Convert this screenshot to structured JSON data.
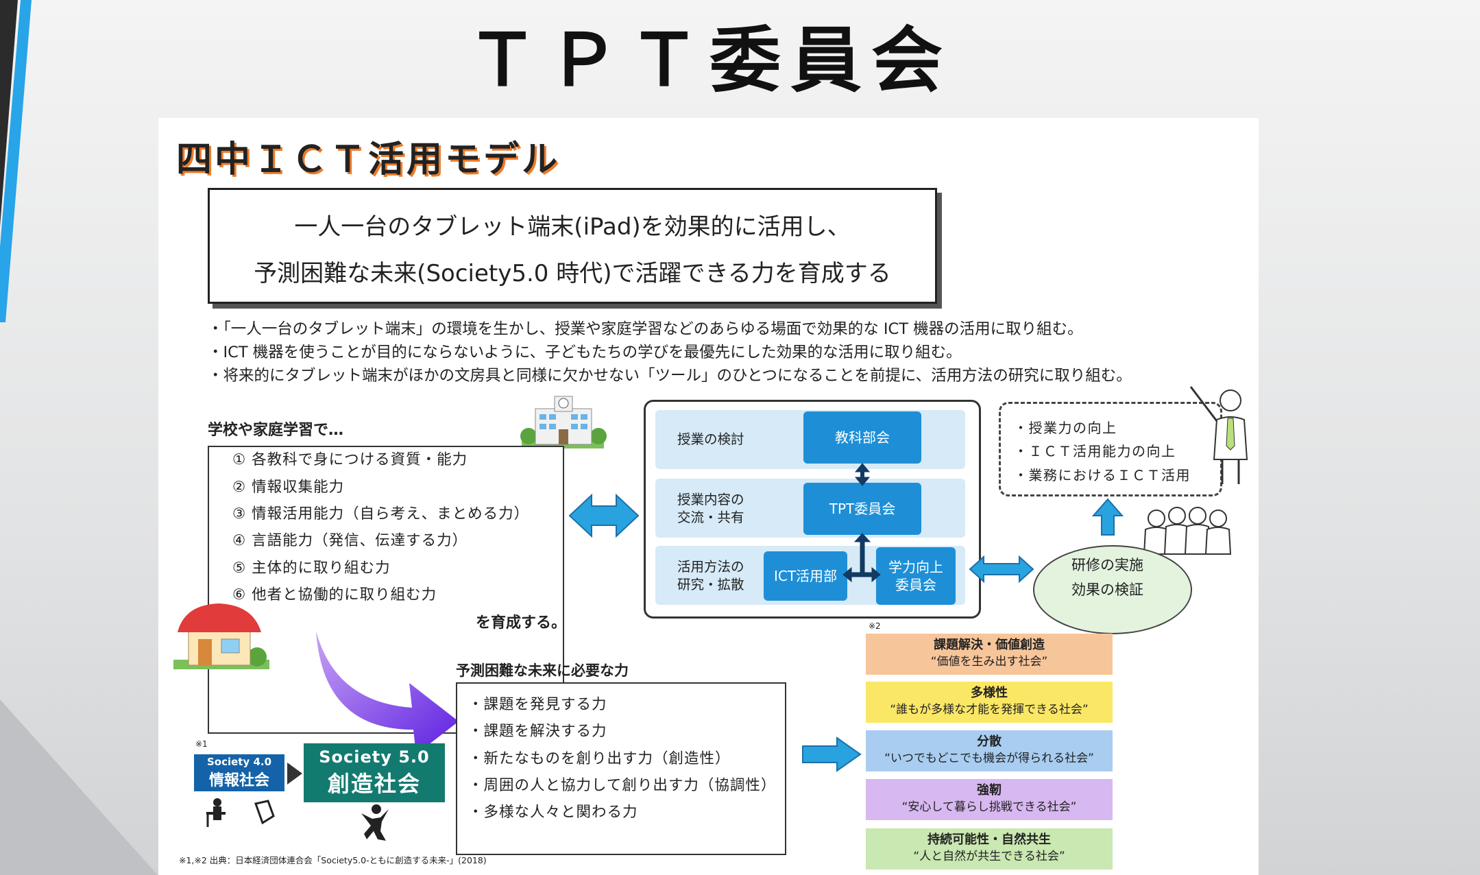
{
  "slide": {
    "title": "ＴＰＴ委員会"
  },
  "model": {
    "title": "四中ＩＣＴ活用モデル",
    "mission_line1": "一人一台のタブレット端末(iPad)を効果的に活用し、",
    "mission_line2": "予測困難な未来(Society5.0 時代)で活躍できる力を育成する",
    "bullets": [
      "・「一人一台のタブレット端末」の環境を生かし、授業や家庭学習などのあらゆる場面で効果的な ICT 機器の活用に取り組む。",
      "・ICT 機器を使うことが目的にならないように、子どもたちの学びを最優先にした効果的な活用に取り組む。",
      "・将来的にタブレット端末がほかの文房具と同様に欠かせない「ツール」のひとつになることを前提に、活用方法の研究に取り組む。"
    ]
  },
  "abilities": {
    "heading": "学校や家庭学習で…",
    "items": [
      "① 各教科で身につける資質・能力",
      "② 情報収集能力",
      "③ 情報活用能力（自ら考え、まとめる力）",
      "④ 言語能力（発信、伝達する力）",
      "⑤ 主体的に取り組む力",
      "⑥ 他者と協働的に取り組む力"
    ],
    "footer": "を育成する。"
  },
  "organization": {
    "rows": [
      {
        "label": "授業の検討"
      },
      {
        "label": "授業内容の\n交流・共有"
      },
      {
        "label": "活用方法の\n研究・拡散"
      }
    ],
    "nodes": {
      "subject": "教科部会",
      "tpt": "TPT委員会",
      "ict": "ICT活用部",
      "gakuryoku": "学力向上\n委員会"
    }
  },
  "goals": {
    "items": [
      "・授業力の向上",
      "・ＩＣＴ活用能力の向上",
      "・業務におけるＩＣＴ活用"
    ]
  },
  "training": {
    "line1": "研修の実施",
    "line2": "効果の検証"
  },
  "future": {
    "heading": "予測困難な未来に必要な力",
    "items": [
      "・課題を発見する力",
      "・課題を解決する力",
      "・新たなものを創り出す力（創造性）",
      "・周囲の人と協力して創り出す力（協調性）",
      "・多様な人々と関わる力"
    ]
  },
  "society": {
    "note1": "※1",
    "old_top": "Society 4.0",
    "old_bottom": "情報社会",
    "new_top": "Society 5.0",
    "new_bottom": "創造社会"
  },
  "values": {
    "note2": "※2",
    "items": [
      {
        "title": "課題解決・価値創造",
        "sub": "“価値を生み出す社会”",
        "color": "#f7c59a"
      },
      {
        "title": "多様性",
        "sub": "“誰もが多様な才能を発揮できる社会”",
        "color": "#fbe766"
      },
      {
        "title": "分散",
        "sub": "“いつでもどこでも機会が得られる社会”",
        "color": "#a8cdf0"
      },
      {
        "title": "強靭",
        "sub": "“安心して暮らし挑戦できる社会”",
        "color": "#d8b8f0"
      },
      {
        "title": "持続可能性・自然共生",
        "sub": "“人と自然が共生できる社会”",
        "color": "#c9e8b2"
      }
    ]
  },
  "source": "※1,※2 出典：日本経済団体連合会「Society5.0-ともに創造する未来-」(2018)",
  "colors": {
    "accent_blue": "#1e8fd6",
    "arrow_blue": "#29a3df",
    "purple": "#7a34e8",
    "society_teal": "#137a70",
    "society_blue": "#1463a8"
  }
}
